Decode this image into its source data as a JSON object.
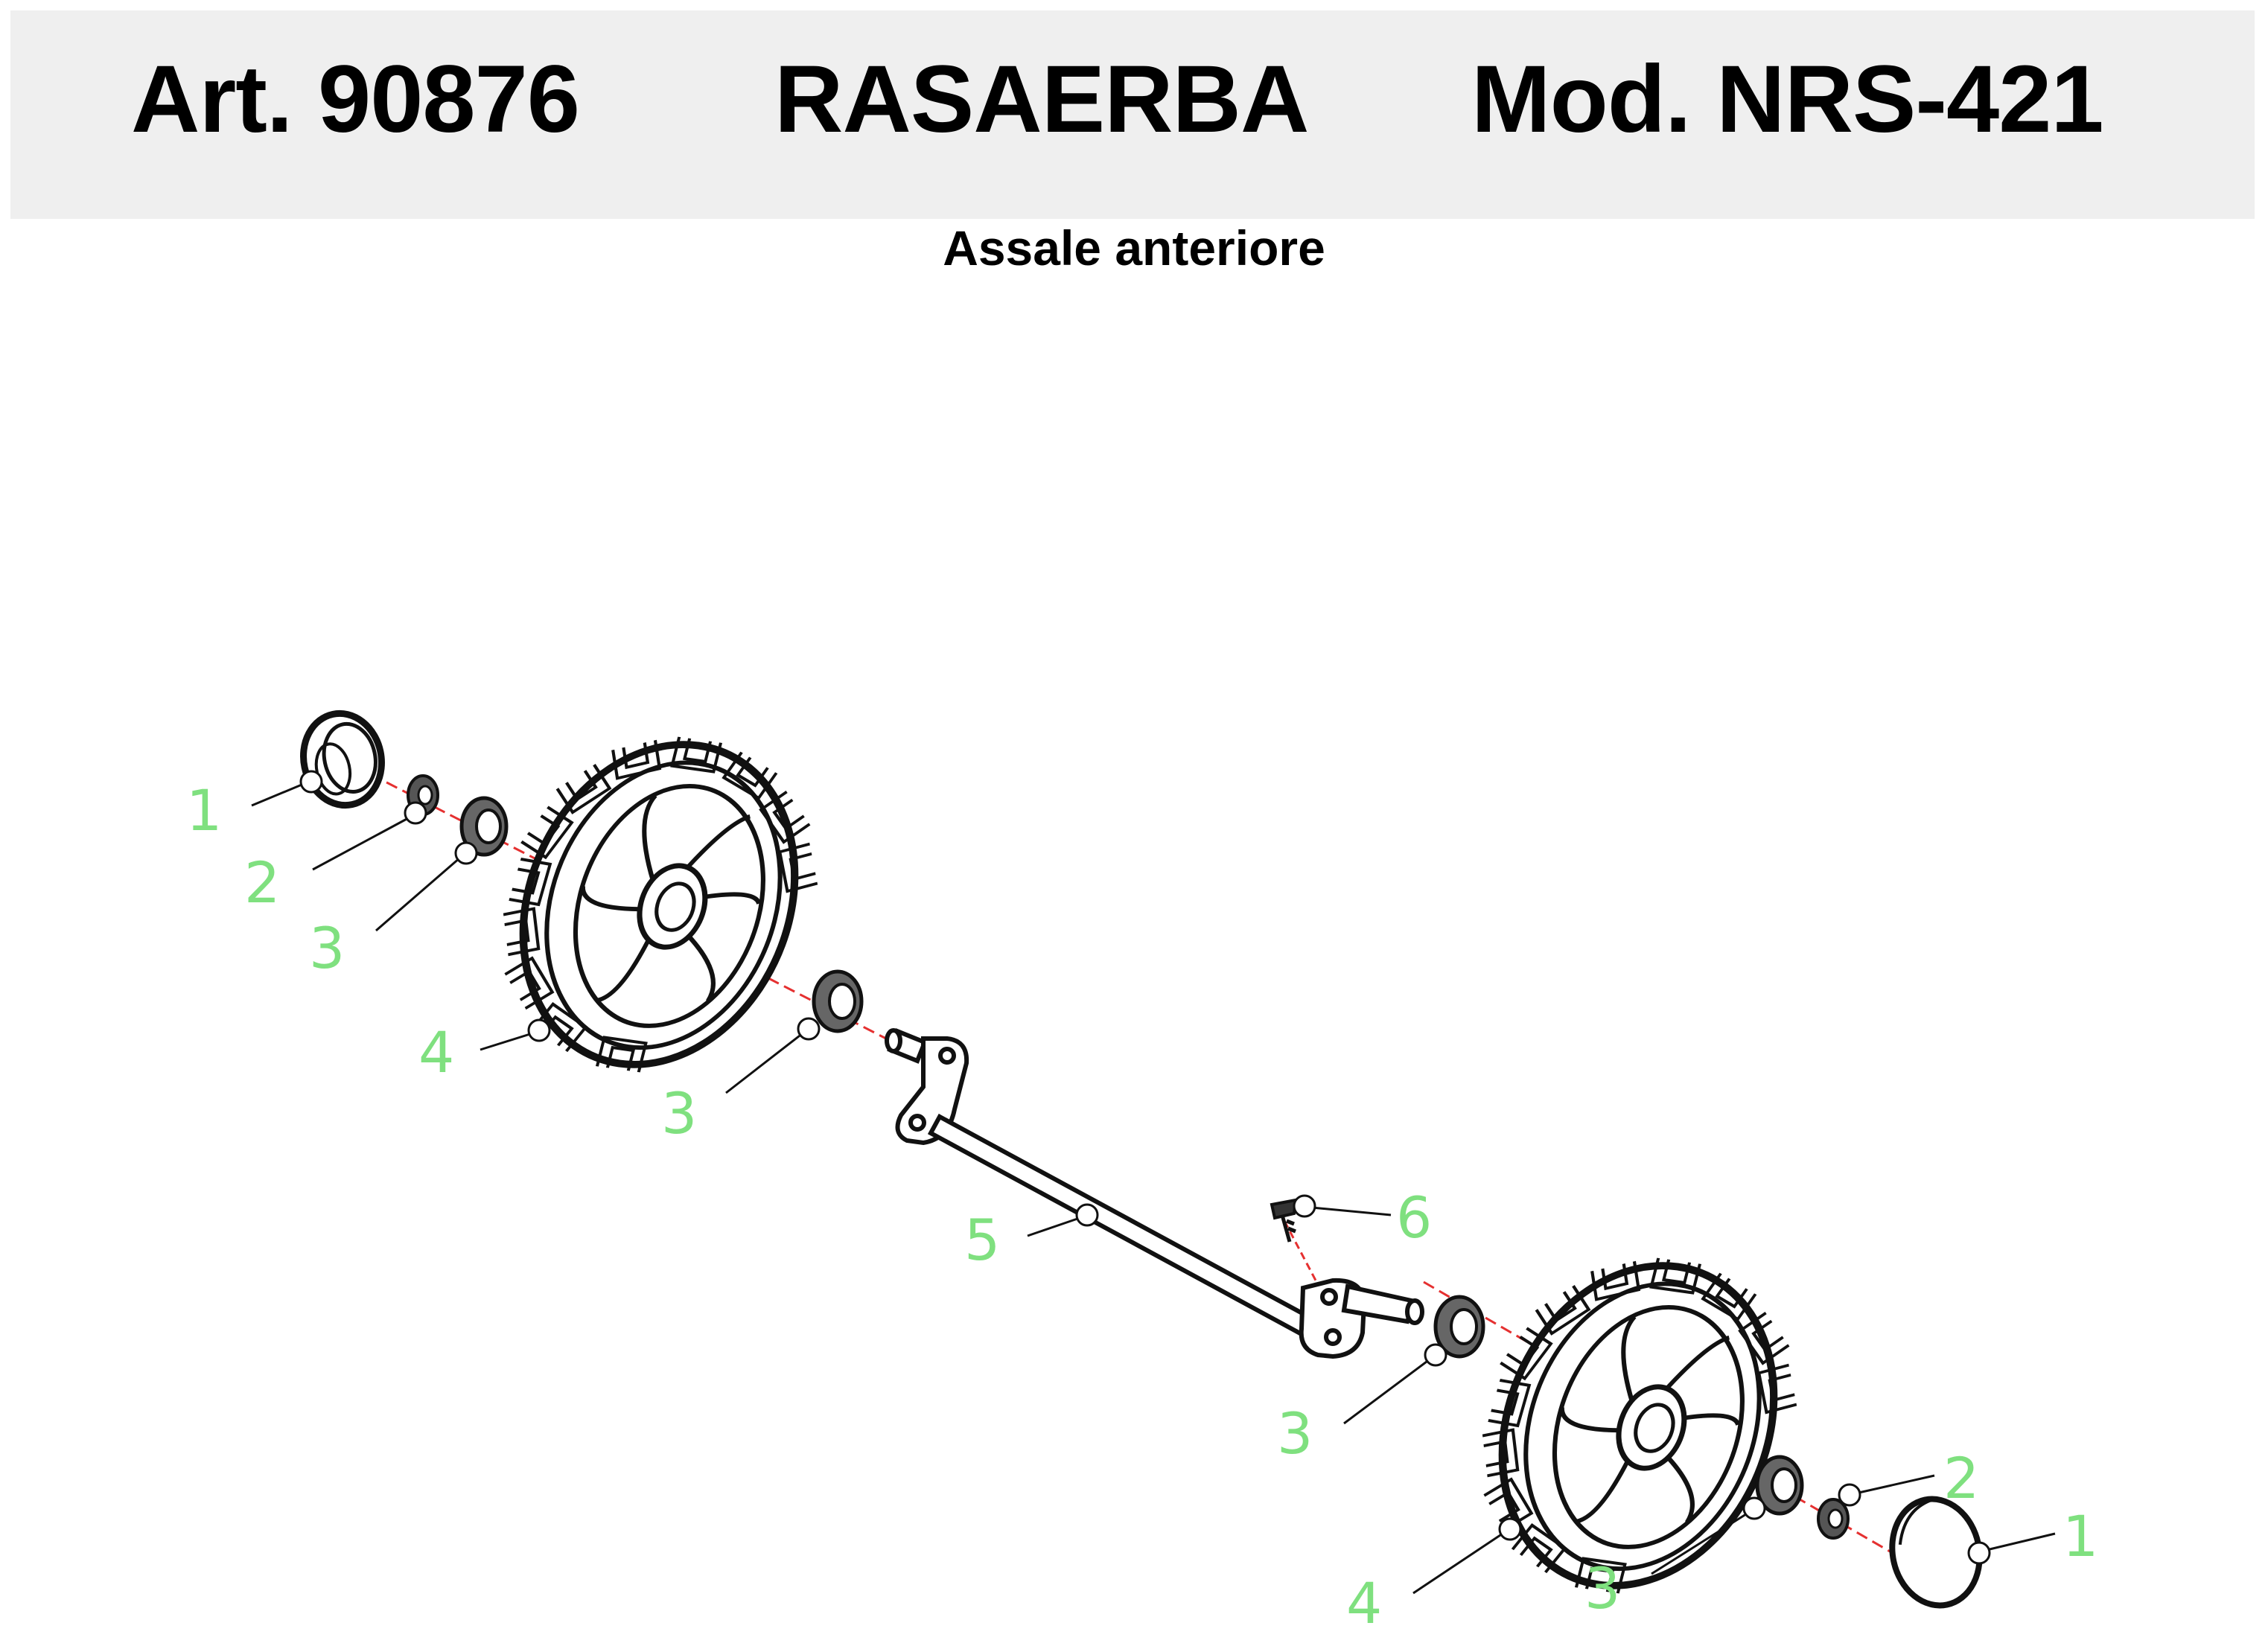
{
  "header": {
    "article": "Art. 90876",
    "product": "RASAERBA",
    "model": "Mod. NRS-421"
  },
  "subtitle": "Assale anteriore",
  "callouts": [
    {
      "id": "cap-left-label",
      "text": "1"
    },
    {
      "id": "nut-left-label",
      "text": "2"
    },
    {
      "id": "bearing-left-outer-label",
      "text": "3"
    },
    {
      "id": "wheel-left-label",
      "text": "4"
    },
    {
      "id": "bearing-left-inner-label",
      "text": "3"
    },
    {
      "id": "axle-label",
      "text": "5"
    },
    {
      "id": "screw-label",
      "text": "6"
    },
    {
      "id": "bearing-right-inner-label",
      "text": "3"
    },
    {
      "id": "nut-right-label",
      "text": "2"
    },
    {
      "id": "cap-right-label",
      "text": "1"
    },
    {
      "id": "bearing-right-outer-label",
      "text": "3"
    },
    {
      "id": "wheel-right-label",
      "text": "4"
    }
  ],
  "colors": {
    "callout": "#7fe07f",
    "centerline": "#e53030",
    "line": "#1a1a1a",
    "header_bg": "#efefef"
  }
}
